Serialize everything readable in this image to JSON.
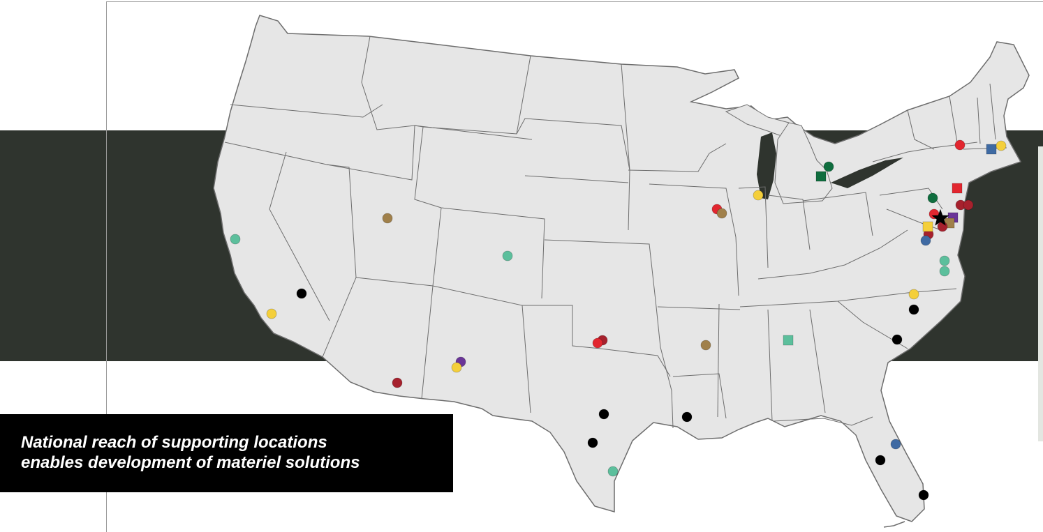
{
  "caption": {
    "line1": "National reach of supporting locations",
    "line2": "enables development of materiel solutions"
  },
  "colors": {
    "band": "#2f342e",
    "land": "#e6e6e6",
    "border": "#6d6d6d",
    "teal": "#5cbf9c",
    "yellow": "#f4cf3b",
    "red": "#e2262f",
    "dark_red": "#a6212d",
    "brown": "#a0804a",
    "black": "#000000",
    "dark_green": "#0f6d3e",
    "blue": "#3f6aa3",
    "purple": "#6a3598"
  },
  "markers": [
    {
      "name": "marker-san-francisco",
      "type": "circle",
      "color": "teal"
    },
    {
      "name": "marker-ridgecrest",
      "type": "circle",
      "color": "black"
    },
    {
      "name": "marker-los-angeles",
      "type": "circle",
      "color": "yellow"
    },
    {
      "name": "marker-salt-lake",
      "type": "circle",
      "color": "brown"
    },
    {
      "name": "marker-colorado",
      "type": "circle",
      "color": "teal"
    },
    {
      "name": "marker-yuma",
      "type": "circle",
      "color": "dark_red"
    },
    {
      "name": "marker-albuquerque-1",
      "type": "circle",
      "color": "purple"
    },
    {
      "name": "marker-albuquerque-2",
      "type": "circle",
      "color": "yellow"
    },
    {
      "name": "marker-lawton-1",
      "type": "circle",
      "color": "dark_red"
    },
    {
      "name": "marker-lawton-2",
      "type": "circle",
      "color": "red"
    },
    {
      "name": "marker-texas-1",
      "type": "circle",
      "color": "black"
    },
    {
      "name": "marker-texas-2",
      "type": "circle",
      "color": "black"
    },
    {
      "name": "marker-houston",
      "type": "circle",
      "color": "teal"
    },
    {
      "name": "marker-louisiana",
      "type": "circle",
      "color": "black"
    },
    {
      "name": "marker-arkansas",
      "type": "circle",
      "color": "brown"
    },
    {
      "name": "marker-huntsville",
      "type": "square",
      "color": "teal"
    },
    {
      "name": "marker-rock-island-1",
      "type": "circle",
      "color": "red"
    },
    {
      "name": "marker-rock-island-2",
      "type": "circle",
      "color": "brown"
    },
    {
      "name": "marker-chicago",
      "type": "circle",
      "color": "yellow"
    },
    {
      "name": "marker-detroit-1",
      "type": "square",
      "color": "dark_green"
    },
    {
      "name": "marker-detroit-2",
      "type": "circle",
      "color": "dark_green"
    },
    {
      "name": "marker-watervliet",
      "type": "circle",
      "color": "red"
    },
    {
      "name": "marker-natick-1",
      "type": "square",
      "color": "blue"
    },
    {
      "name": "marker-natick-2",
      "type": "circle",
      "color": "yellow"
    },
    {
      "name": "marker-picatinny",
      "type": "square",
      "color": "red"
    },
    {
      "name": "marker-pa-green",
      "type": "circle",
      "color": "dark_green"
    },
    {
      "name": "marker-nj-1",
      "type": "circle",
      "color": "dark_red"
    },
    {
      "name": "marker-nj-2",
      "type": "circle",
      "color": "dark_red"
    },
    {
      "name": "marker-apg-red",
      "type": "circle",
      "color": "red"
    },
    {
      "name": "marker-apg-purple",
      "type": "square",
      "color": "purple"
    },
    {
      "name": "marker-apg-brown",
      "type": "square",
      "color": "brown"
    },
    {
      "name": "marker-apg-dark-red-1",
      "type": "circle",
      "color": "dark_red"
    },
    {
      "name": "marker-apg-dark-red-2",
      "type": "circle",
      "color": "dark_red"
    },
    {
      "name": "marker-apg-yellow",
      "type": "square",
      "color": "yellow"
    },
    {
      "name": "marker-apg-blue",
      "type": "circle",
      "color": "blue"
    },
    {
      "name": "marker-apg-star",
      "type": "star",
      "color": "black"
    },
    {
      "name": "marker-virginia-1",
      "type": "circle",
      "color": "teal"
    },
    {
      "name": "marker-virginia-2",
      "type": "circle",
      "color": "teal"
    },
    {
      "name": "marker-nc-yellow",
      "type": "circle",
      "color": "yellow"
    },
    {
      "name": "marker-nc-black",
      "type": "circle",
      "color": "black"
    },
    {
      "name": "marker-sc",
      "type": "circle",
      "color": "black"
    },
    {
      "name": "marker-orlando",
      "type": "circle",
      "color": "blue"
    },
    {
      "name": "marker-tampa",
      "type": "circle",
      "color": "black"
    },
    {
      "name": "marker-miami",
      "type": "circle",
      "color": "black"
    }
  ]
}
